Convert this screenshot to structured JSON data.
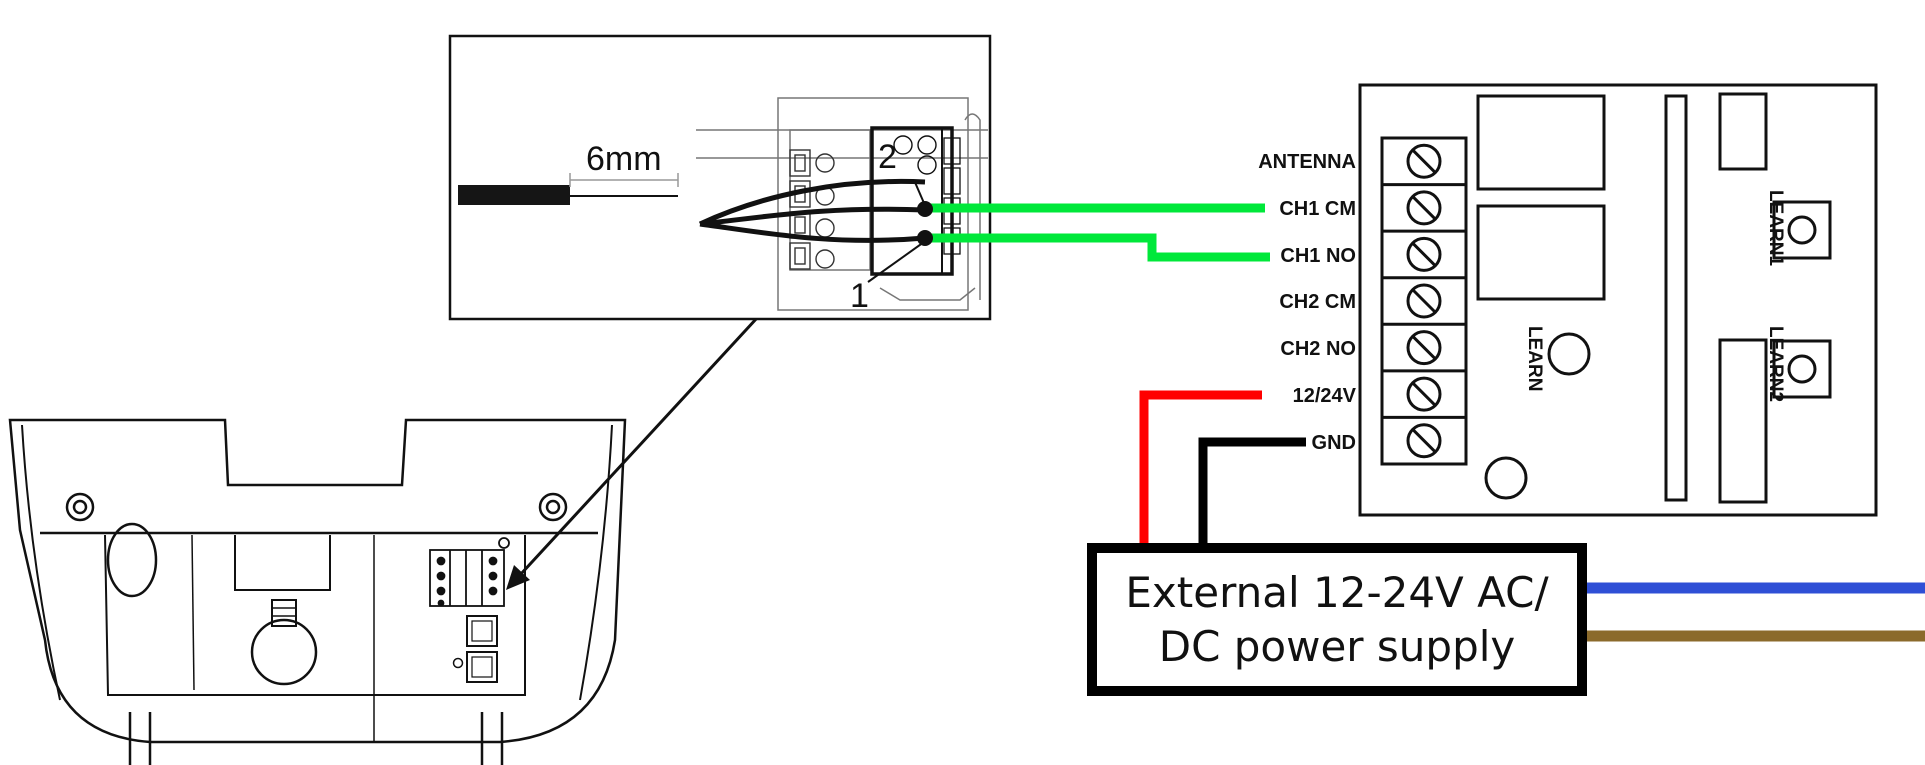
{
  "inset": {
    "strip_length_label": "6mm",
    "terminal_label_top": "2",
    "terminal_label_bottom": "1"
  },
  "receiver": {
    "terminals": [
      "ANTENNA",
      "CH1 CM",
      "CH1 NO",
      "CH2 CM",
      "CH2 NO",
      "12/24V",
      "GND"
    ],
    "learn_labels": [
      "LEARN",
      "LEARN1",
      "LEARN2"
    ]
  },
  "power_supply": {
    "line1": "External 12-24V AC/",
    "line2": "DC power supply"
  },
  "colors": {
    "ch1_wires": "#00e83a",
    "positive_wire": "#ff0000",
    "ground_wire": "#000000",
    "mains_live": "#2f4fd6",
    "mains_neutral": "#8b6a2b",
    "line_art": "#111111"
  }
}
